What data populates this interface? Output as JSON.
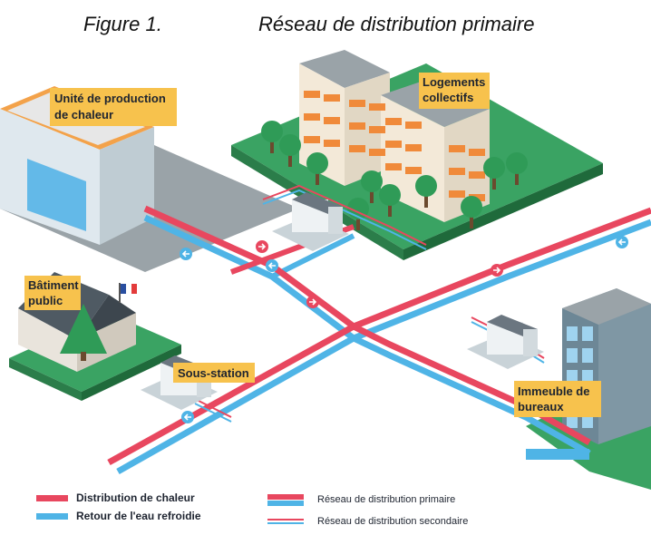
{
  "figure": {
    "number": "Figure 1.",
    "title": "Réseau de distribution primaire"
  },
  "labels": {
    "production": [
      "Unité de production",
      "de chaleur"
    ],
    "housing": [
      "Logements",
      "collectifs"
    ],
    "public_building": [
      "Bâtiment",
      "public"
    ],
    "substation": "Sous-station",
    "offices": [
      "Immeuble de",
      "bureaux"
    ]
  },
  "legend": {
    "heat": "Distribution de chaleur",
    "return": "Retour de l'eau refroidie",
    "primary": "Réseau de distribution primaire",
    "secondary": "Réseau de distribution secondaire"
  },
  "colors": {
    "heat": "#e8475f",
    "return": "#4fb4e6",
    "label_bg": "#f7c24d",
    "grass": "#3aa363",
    "tree": "#2f9b57",
    "building": "#f3e9d8",
    "balcony": "#f08a3a",
    "office": "#6d8796"
  },
  "icons": [
    "arrow-right-icon",
    "arrow-left-icon",
    "flag-icon",
    "tree-icon"
  ]
}
